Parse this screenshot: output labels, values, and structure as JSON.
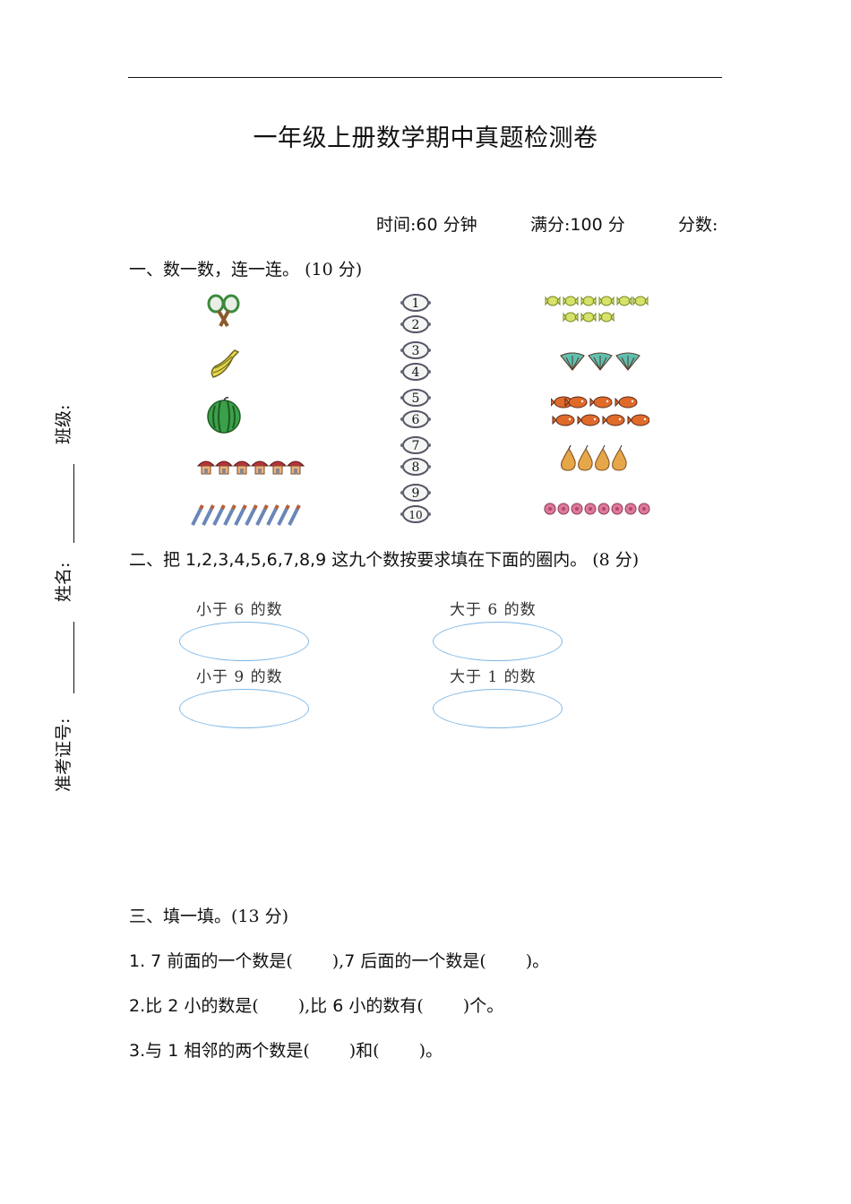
{
  "header": {
    "title": "一年级上册数学期中真题检测卷",
    "time_label": "时间:",
    "time_value": "60",
    "time_unit": " 分钟",
    "full_label": "满分:",
    "full_value": "100",
    "full_unit": " 分",
    "score_label": "分数:"
  },
  "sidebar": {
    "class_label": "班级:",
    "name_label": "姓名:",
    "exam_id_label": "准考证号:"
  },
  "section1": {
    "heading": "一、数一数，连一连。",
    "points": "(10 分)",
    "left_pictures": [
      {
        "name": "tennis-rackets",
        "count": 2
      },
      {
        "name": "bananas",
        "count": 5
      },
      {
        "name": "watermelon",
        "count": 1
      },
      {
        "name": "mushroom-houses",
        "count": 6
      },
      {
        "name": "pencils",
        "count": 10
      }
    ],
    "numbers": [
      "1",
      "2",
      "3",
      "4",
      "5",
      "6",
      "7",
      "8",
      "9",
      "10"
    ],
    "right_pictures": [
      {
        "name": "candies",
        "count": 9
      },
      {
        "name": "fans",
        "count": 3
      },
      {
        "name": "fish",
        "count": 7
      },
      {
        "name": "pears",
        "count": 4
      },
      {
        "name": "flowers",
        "count": 8
      }
    ]
  },
  "section2": {
    "heading_prefix": "二、把 ",
    "numbers": "1,2,3,4,5,6,7,8,9",
    "heading_suffix": " 这九个数按要求填在下面的圈内。",
    "points": "(8 分)",
    "ovals": [
      {
        "label": "小于 6 的数"
      },
      {
        "label": "大于 6 的数"
      },
      {
        "label": "小于 9 的数"
      },
      {
        "label": "大于 1 的数"
      }
    ]
  },
  "section3": {
    "heading": "三、填一填。",
    "points": "(13 分)",
    "questions": [
      {
        "num": "1. 7",
        "a": "前面的一个数是(",
        "b": "),",
        "c": "7",
        "d": "后面的一个数是(",
        "e": ")。"
      },
      {
        "num": "2.",
        "a": "比 ",
        "a2": "2",
        "a3": " 小的数是(",
        "b": "),比 ",
        "c": "6",
        "d": " 小的数有(",
        "e": ")个。"
      },
      {
        "num": "3.",
        "a": "与 ",
        "a2": "1",
        "a3": " 相邻的两个数是(",
        "b": ")和(",
        "e": ")。"
      }
    ]
  },
  "colors": {
    "oval_border": "#7fb8e6",
    "text": "#111111"
  }
}
